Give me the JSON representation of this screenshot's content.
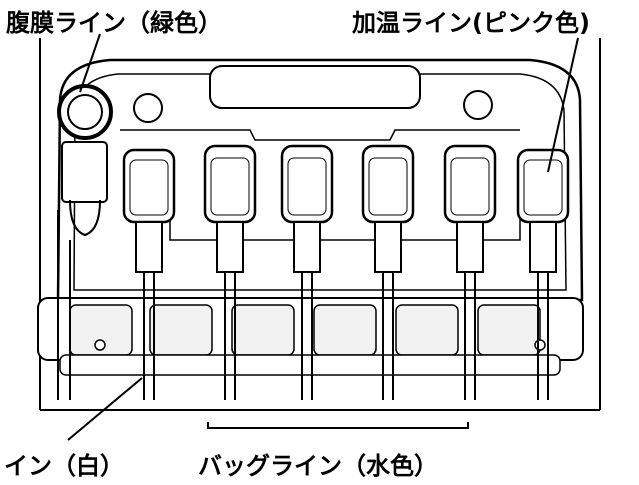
{
  "labels": {
    "peritoneal_line": "腹膜ライン（緑色）",
    "warming_line": "加温ライン(ピンク色)",
    "in_line": "イン（白）",
    "bag_lines": "バッグライン（水色）"
  },
  "colors": {
    "ink": "#000000",
    "paper": "#ffffff",
    "shade": "#f2f2f2"
  }
}
